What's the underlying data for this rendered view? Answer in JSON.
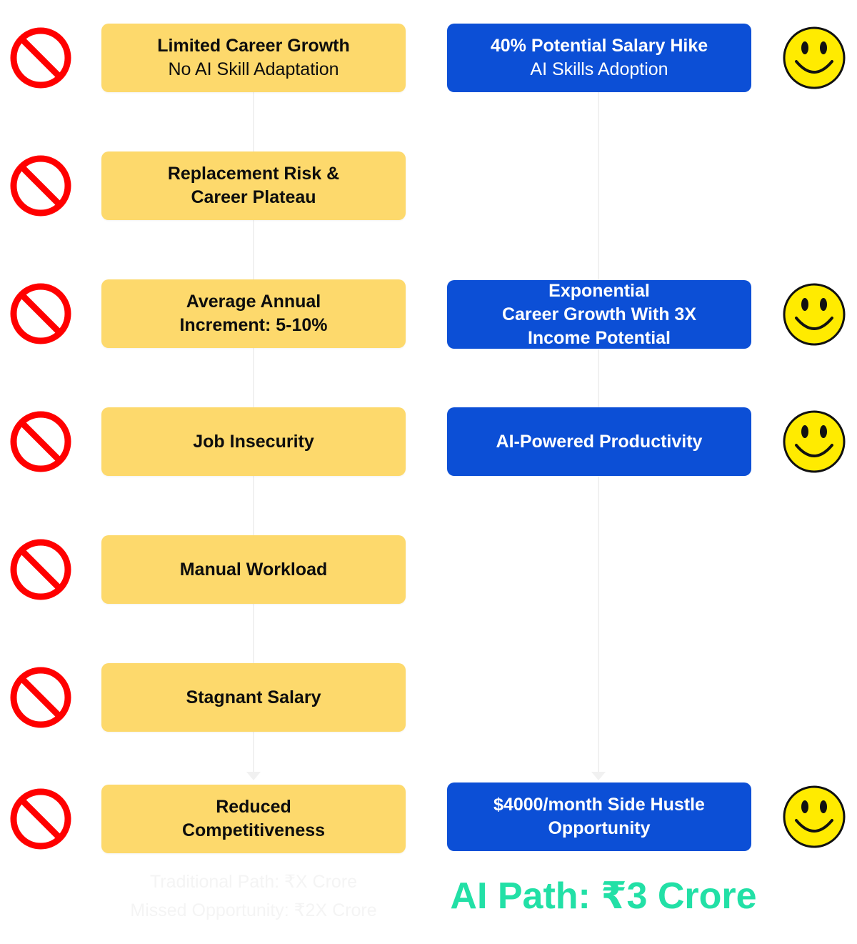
{
  "left_column": {
    "items": [
      {
        "lines": [
          "Limited Career Growth",
          "No AI Skill Adaptation"
        ]
      },
      {
        "lines": [
          "Replacement Risk &",
          "Career Plateau"
        ]
      },
      {
        "lines": [
          "Average Annual",
          "Increment: 5-10%"
        ]
      },
      {
        "lines": [
          "Job Insecurity"
        ]
      },
      {
        "lines": [
          "Manual Workload"
        ]
      },
      {
        "lines": [
          "Stagnant Salary"
        ]
      },
      {
        "lines": [
          "Reduced",
          "Competitiveness"
        ]
      }
    ],
    "icon": "prohibited-icon",
    "box_color": "#fdd96c",
    "icon_color": "#ff0000"
  },
  "right_column": {
    "items": [
      {
        "lines": [
          "40% Potential Salary Hike",
          "AI Skills Adoption"
        ]
      },
      {
        "lines": [
          "Exponential",
          "Career Growth With 3X",
          "Income Potential"
        ]
      },
      {
        "lines": [
          "AI-Powered Productivity"
        ]
      },
      {
        "lines": [
          "$4000/month Side Hustle",
          "Opportunity"
        ]
      }
    ],
    "icon": "smiley-face-icon",
    "box_color": "#0c4fd6",
    "icon_color": "#ffeb00"
  },
  "footer": {
    "left": [
      "Traditional Path: ₹X Crore",
      "Missed Opportunity: ₹2X Crore"
    ],
    "right": "AI Path: ₹3 Crore",
    "right_color": "#22e0a6"
  }
}
